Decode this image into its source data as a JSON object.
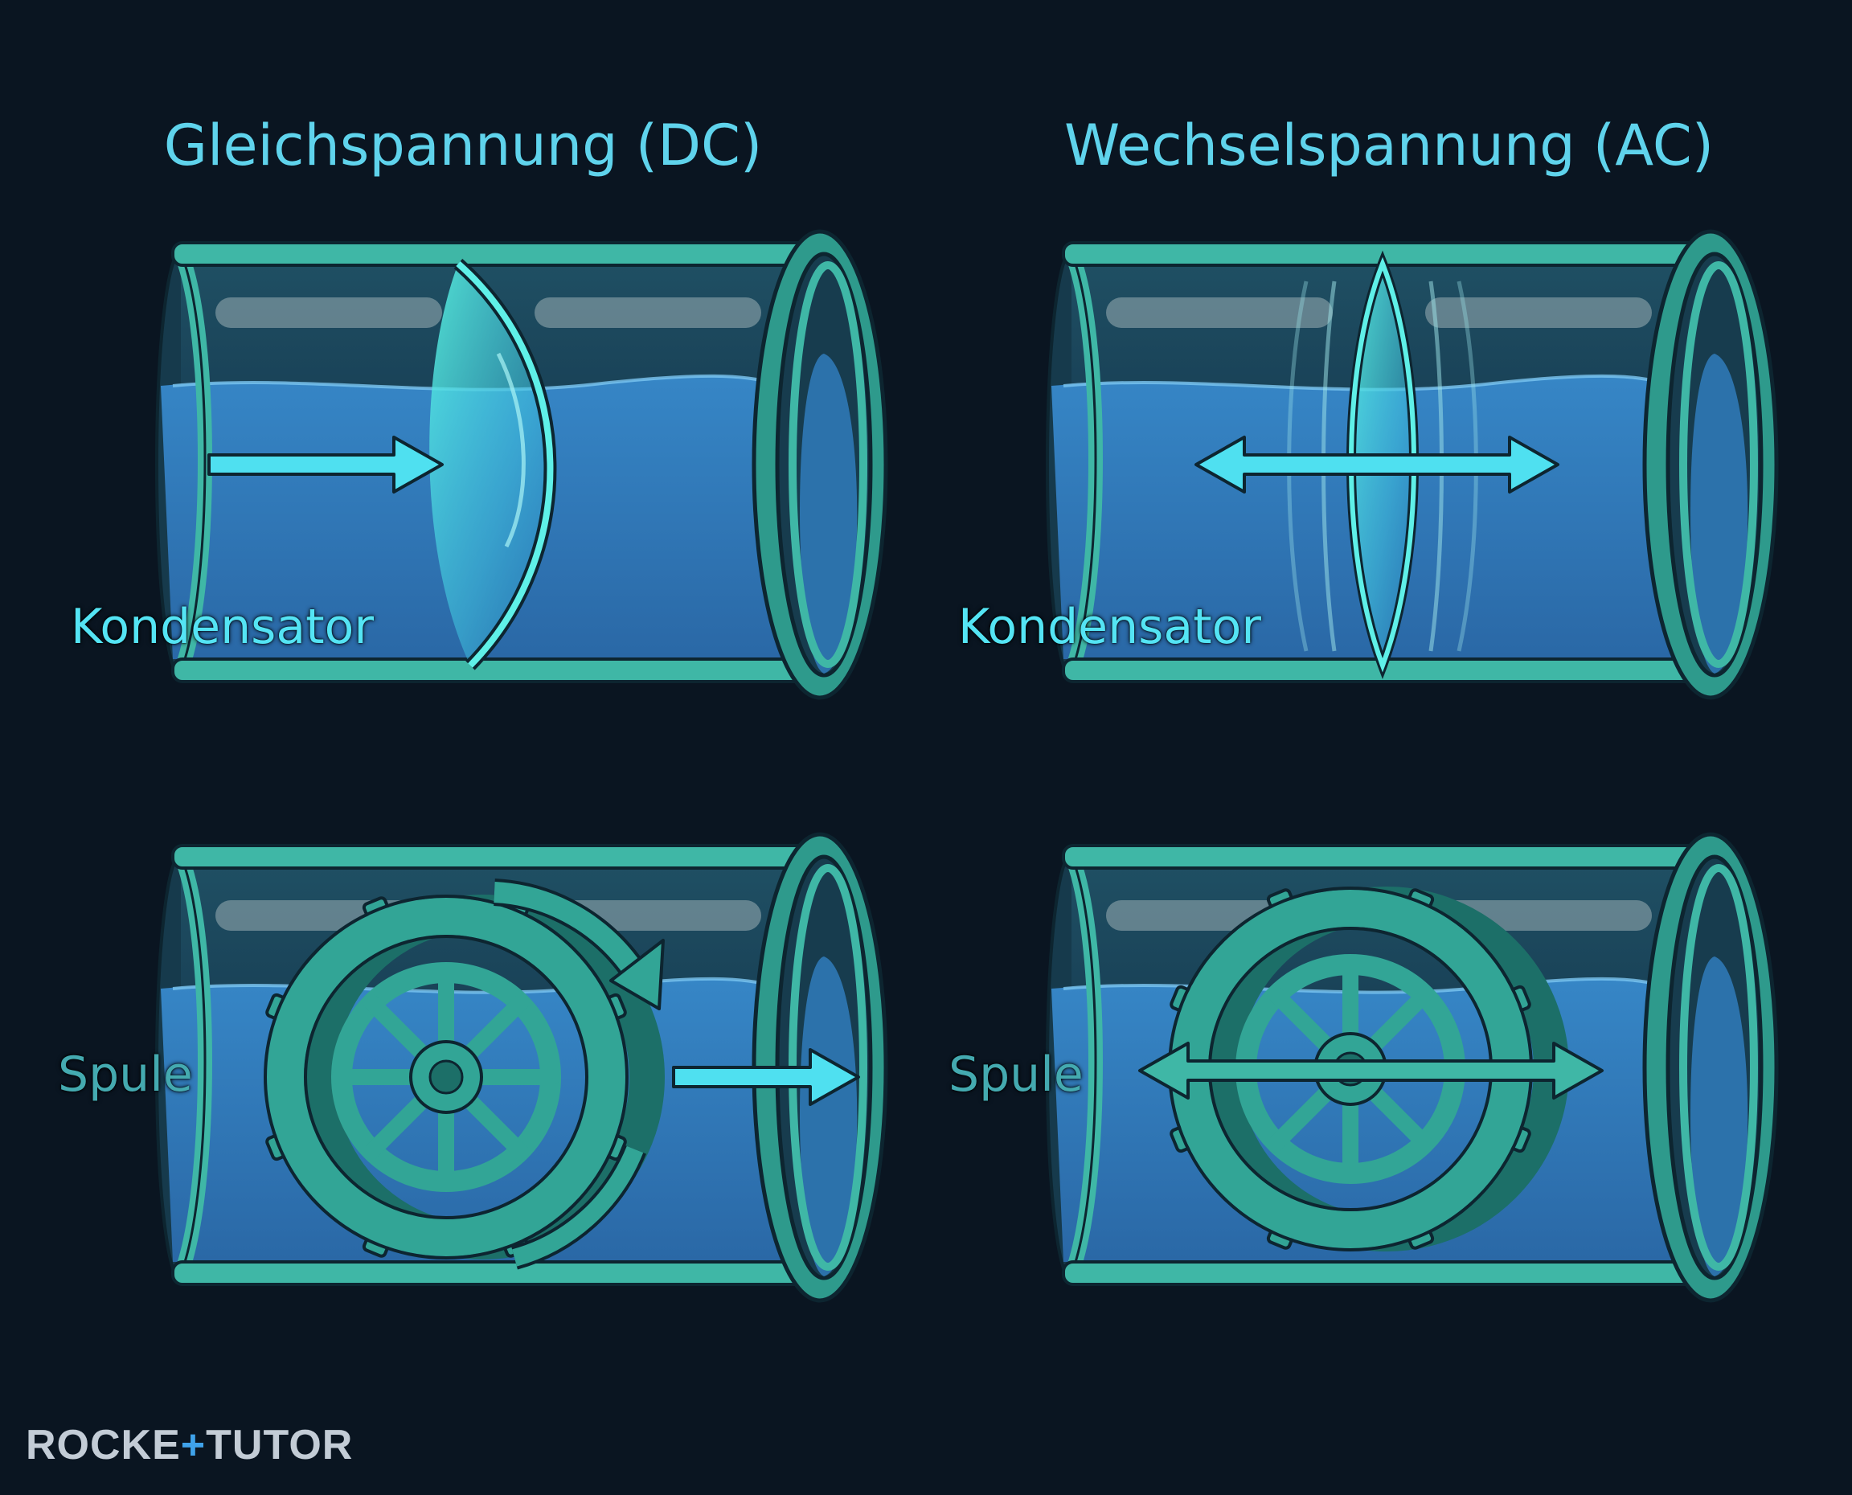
{
  "titles": {
    "dc": "Gleichspannung (DC)",
    "ac": "Wechselspannung (AC)"
  },
  "labels": {
    "capacitor_dc": "Kondensator",
    "capacitor_ac": "Kondensator",
    "coil_dc": "Spule",
    "coil_ac": "Spule"
  },
  "brand": {
    "part1": "ROCKE",
    "plus": "+",
    "part2": "TUTOR"
  },
  "colors": {
    "background": "#0a1521",
    "pipe": "#3fb7a6",
    "water": "#2f78b6",
    "title": "#5fd3ec",
    "capacitor_label": "#54e4f4",
    "coil_label": "#44aab0",
    "arrow": "#4fe0f0",
    "brand_accent": "#3fa2ea"
  }
}
